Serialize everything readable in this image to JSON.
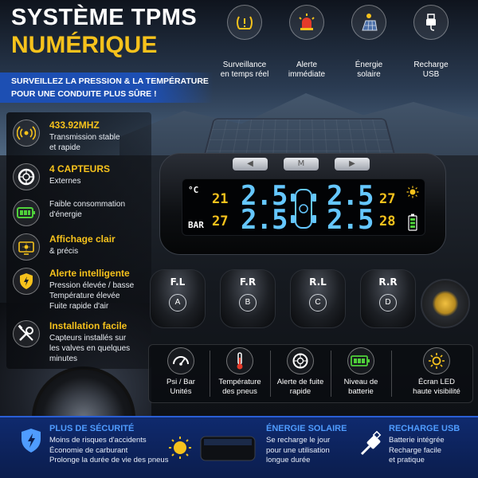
{
  "title": {
    "line1": "SYSTÈME TPMS",
    "line2": "NUMÉRIQUE"
  },
  "banner": {
    "line1": "SURVEILLEZ LA PRESSION & LA TEMPÉRATURE",
    "line2": "POUR UNE CONDUITE PLUS SÛRE !"
  },
  "top_features": [
    {
      "icon": "tire-pressure-icon",
      "line1": "Surveillance",
      "line2": "en temps réel"
    },
    {
      "icon": "alarm-siren-icon",
      "line1": "Alerte",
      "line2": "immédiate"
    },
    {
      "icon": "solar-panel-icon",
      "line1": "Énergie",
      "line2": "solaire"
    },
    {
      "icon": "usb-plug-icon",
      "line1": "Recharge",
      "line2": "USB"
    }
  ],
  "left_features": [
    {
      "icon": "wireless-signal-icon",
      "title": "433.92MHZ",
      "lines": [
        "Transmission stable",
        "et rapide"
      ]
    },
    {
      "icon": "tire-icon",
      "title": "4 CAPTEURS",
      "lines": [
        "Externes"
      ]
    },
    {
      "icon": "battery-icon",
      "title": "",
      "lines": [
        "Faible consommation",
        "d'énergie"
      ]
    },
    {
      "icon": "display-sun-icon",
      "title": "Affichage clair",
      "lines": [
        "& précis"
      ]
    },
    {
      "icon": "shield-lightning-icon",
      "title": "Alerte intelligente",
      "lines": [
        "Pression élevée / basse",
        "Température élevée",
        "Fuite rapide d'air"
      ]
    },
    {
      "icon": "tools-icon",
      "title": "Installation facile",
      "lines": [
        "Capteurs installés sur",
        "les valves en quelques",
        "minutes"
      ]
    }
  ],
  "device": {
    "buttons": [
      "◀",
      "M",
      "▶"
    ],
    "unit_temp": "°C",
    "unit_pressure": "BAR",
    "temp_left_top": "21",
    "temp_left_bottom": "27",
    "temp_right_top": "27",
    "temp_right_bottom": "28",
    "pressure_fl": "2.5",
    "pressure_rl": "2.5",
    "pressure_fr": "2.5",
    "pressure_rr": "2.5"
  },
  "sensors": [
    {
      "label": "F.L",
      "letter": "A"
    },
    {
      "label": "F.R",
      "letter": "B"
    },
    {
      "label": "R.L",
      "letter": "C"
    },
    {
      "label": "R.R",
      "letter": "D"
    }
  ],
  "bottom_features": [
    {
      "icon": "gauge-icon",
      "line1": "Psi / Bar",
      "line2": "Unités"
    },
    {
      "icon": "thermometer-icon",
      "line1": "Température",
      "line2": "des pneus"
    },
    {
      "icon": "tire-leak-icon",
      "line1": "Alerte de fuite",
      "line2": "rapide"
    },
    {
      "icon": "battery-level-icon",
      "line1": "Niveau de",
      "line2": "batterie"
    },
    {
      "icon": "sun-icon",
      "line1": "Écran LED",
      "line2": "haute visibilité"
    }
  ],
  "bottom_banner": [
    {
      "icon": "shield-check-icon",
      "title": "PLUS DE SÉCURITÉ",
      "lines": [
        "Moins de risques d'accidents",
        "Économie de carburant",
        "Prolonge la durée de vie des pneus"
      ]
    },
    {
      "icon": "solar-device-icon",
      "title": "ÉNERGIE SOLAIRE",
      "lines": [
        "Se recharge le jour",
        "pour une utilisation",
        "longue durée"
      ]
    },
    {
      "icon": "usb-cable-icon",
      "title": "RECHARGE USB",
      "lines": [
        "Batterie intégrée",
        "Recharge facile",
        "et pratique"
      ]
    }
  ],
  "colors": {
    "accent_yellow": "#f6c21c",
    "accent_blue": "#1d4fb3",
    "lcd_blue": "#65c7ff"
  }
}
